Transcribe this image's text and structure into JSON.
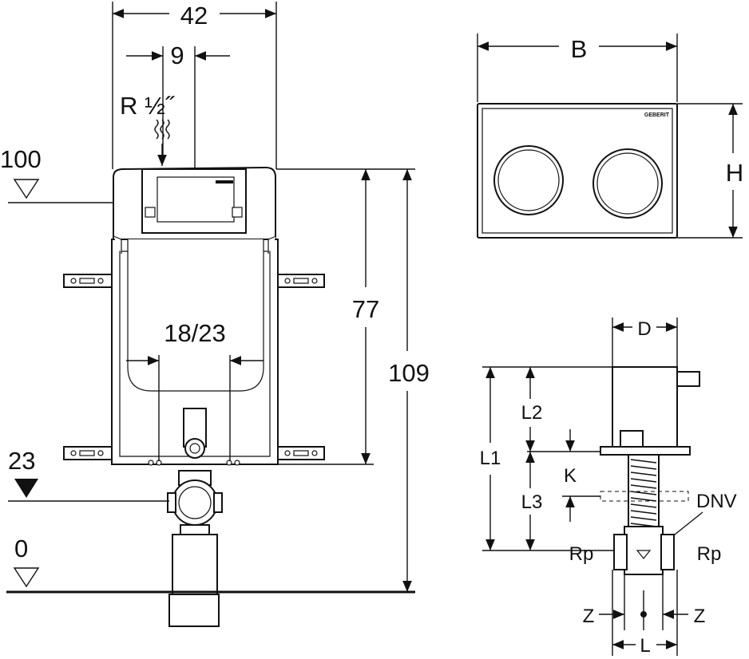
{
  "frame_view": {
    "dim_width": "42",
    "dim_connection_offset": "9",
    "thread_label": "R ½˝",
    "level_top": "100",
    "dim_height_inner": "77",
    "dim_height_total": "109",
    "dim_flange": "18/23",
    "level_mid": "23",
    "level_floor": "0"
  },
  "plate_view": {
    "dim_width": "B",
    "dim_height": "H",
    "brand": "GEBERIT"
  },
  "valve_view": {
    "dim_diameter": "D",
    "dim_l1": "L1",
    "dim_l2": "L2",
    "dim_l3": "L3",
    "dim_k": "K",
    "label_dnv": "DNV",
    "label_rp_left": "Rp",
    "label_rp_right": "Rp",
    "dim_z_left": "Z",
    "dim_z_right": "Z",
    "dim_l": "L"
  }
}
